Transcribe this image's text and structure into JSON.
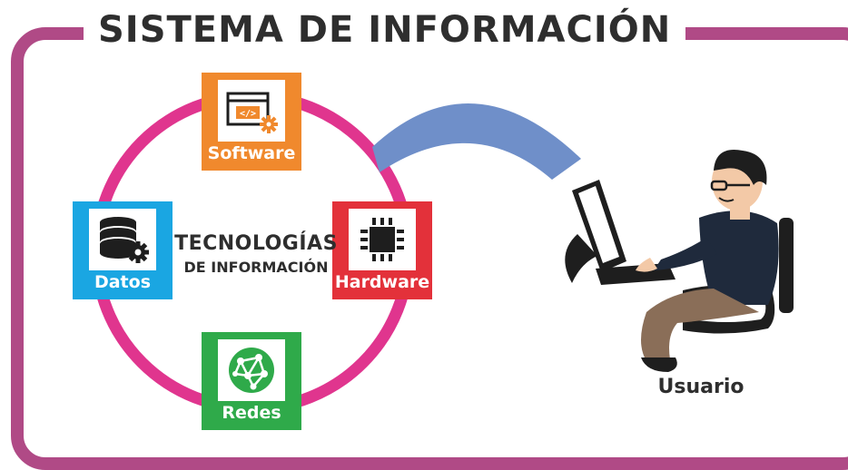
{
  "title": "SISTEMA DE INFORMACIÓN",
  "center": {
    "line1": "TECNOLOGÍAS",
    "line2": "DE INFORMACIÓN"
  },
  "nodes": {
    "software": {
      "label": "Software",
      "color": "#f0892d",
      "icon": "code-window-icon"
    },
    "hardware": {
      "label": "Hardware",
      "color": "#e3313a",
      "icon": "chip-icon"
    },
    "datos": {
      "label": "Datos",
      "color": "#1aa6e2",
      "icon": "database-gear-icon"
    },
    "redes": {
      "label": "Redes",
      "color": "#2faa4a",
      "icon": "network-globe-icon"
    }
  },
  "user": {
    "label": "Usuario",
    "icon": "person-at-computer-icon"
  },
  "colors": {
    "frame": "#b04a86",
    "ring": "#e0358e",
    "arc": "#6f8fc9",
    "text": "#2e2e2e"
  }
}
